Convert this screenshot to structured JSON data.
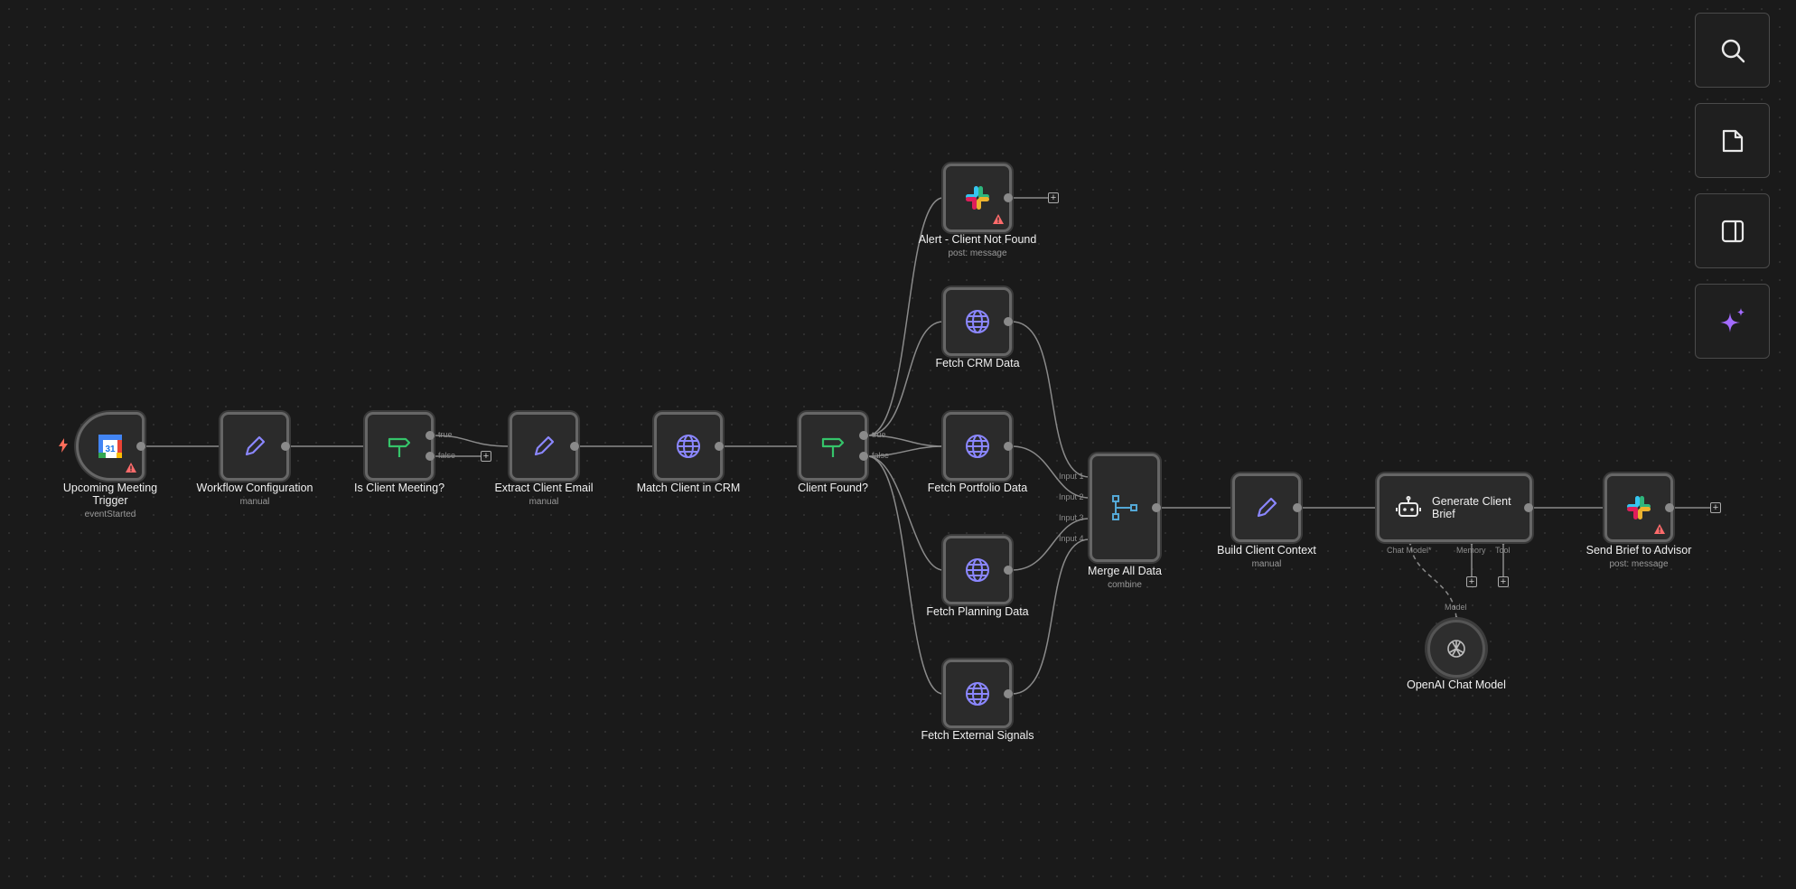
{
  "nodes": {
    "trigger": {
      "name": "Upcoming Meeting Trigger",
      "sub": "eventStarted"
    },
    "config": {
      "name": "Workflow Configuration",
      "sub": "manual"
    },
    "is_client": {
      "name": "Is Client Meeting?",
      "out_true": "true",
      "out_false": "false"
    },
    "extract": {
      "name": "Extract Client Email",
      "sub": "manual"
    },
    "match": {
      "name": "Match Client in CRM"
    },
    "found": {
      "name": "Client Found?",
      "out_true": "true",
      "out_false": "false"
    },
    "alert": {
      "name": "Alert - Client Not Found",
      "sub": "post: message"
    },
    "crm": {
      "name": "Fetch CRM Data"
    },
    "portfolio": {
      "name": "Fetch Portfolio Data"
    },
    "planning": {
      "name": "Fetch Planning Data"
    },
    "external": {
      "name": "Fetch External Signals"
    },
    "merge": {
      "name": "Merge All Data",
      "sub": "combine",
      "inputs": [
        "Input 1",
        "Input 2",
        "Input 3",
        "Input 4"
      ]
    },
    "build": {
      "name": "Build Client Context",
      "sub": "manual"
    },
    "generate": {
      "name": "Generate Client Brief",
      "ports": {
        "chat_model": "Chat Model*",
        "memory": "Memory",
        "tool": "Tool"
      }
    },
    "openai": {
      "name": "OpenAI Chat Model",
      "port": "Model"
    },
    "send": {
      "name": "Send Brief to Advisor",
      "sub": "post: message"
    }
  },
  "sidebar_tools": [
    "search-icon",
    "sticky-note-icon",
    "panel-toggle-icon",
    "ai-sparkle-icon"
  ],
  "colors": {
    "edge": "#8a8a8a",
    "node_border": "#666666",
    "node_bg": "#2b2b2b",
    "canvas_bg": "#1a1a1a",
    "http_icon": "#8b87ff",
    "if_icon": "#35c46a",
    "set_icon": "#8b87ff",
    "merge_icon": "#54a8d6",
    "sparkle": "#a36bff",
    "warning": "#ff6b6b"
  }
}
